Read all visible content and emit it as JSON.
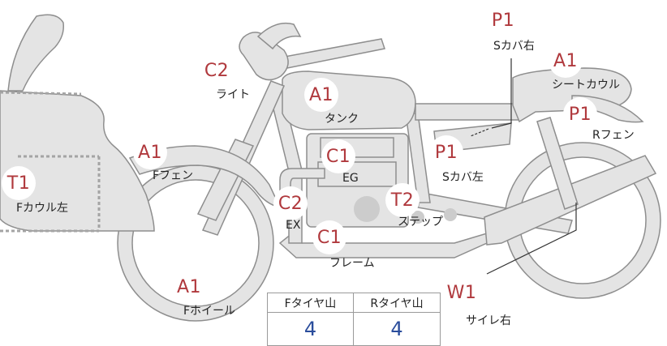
{
  "parts": {
    "s_cover_right": {
      "grade": "P1",
      "name": "Sカバ右"
    },
    "seat_cowl": {
      "grade": "A1",
      "name": "シートカウル"
    },
    "light": {
      "grade": "C2",
      "name": "ライト"
    },
    "tank": {
      "grade": "A1",
      "name": "タンク"
    },
    "rear_fender": {
      "grade": "P1",
      "name": "Rフェン"
    },
    "front_fender": {
      "grade": "A1",
      "name": "Fフェン"
    },
    "engine": {
      "grade": "C1",
      "name": "EG"
    },
    "s_cover_left": {
      "grade": "P1",
      "name": "Sカバ左"
    },
    "front_cowl_left": {
      "grade": "T1",
      "name": "Fカウル左"
    },
    "exhaust": {
      "grade": "C2",
      "name": "EX"
    },
    "step": {
      "grade": "T2",
      "name": "ステップ"
    },
    "frame": {
      "grade": "C1",
      "name": "フレーム"
    },
    "silencer_right": {
      "grade": "W1",
      "name": "サイレ右"
    },
    "front_wheel": {
      "grade": "A1",
      "name": "Fホイール"
    }
  },
  "tire_table": {
    "front_header": "Fタイヤ山",
    "rear_header": "Rタイヤ山",
    "front_value": "4",
    "rear_value": "4"
  },
  "colors": {
    "grade": "#b0393d",
    "tire_value": "#2a4d9c",
    "part_fill": "#e4e4e4",
    "part_stroke": "#8e8e8e"
  }
}
